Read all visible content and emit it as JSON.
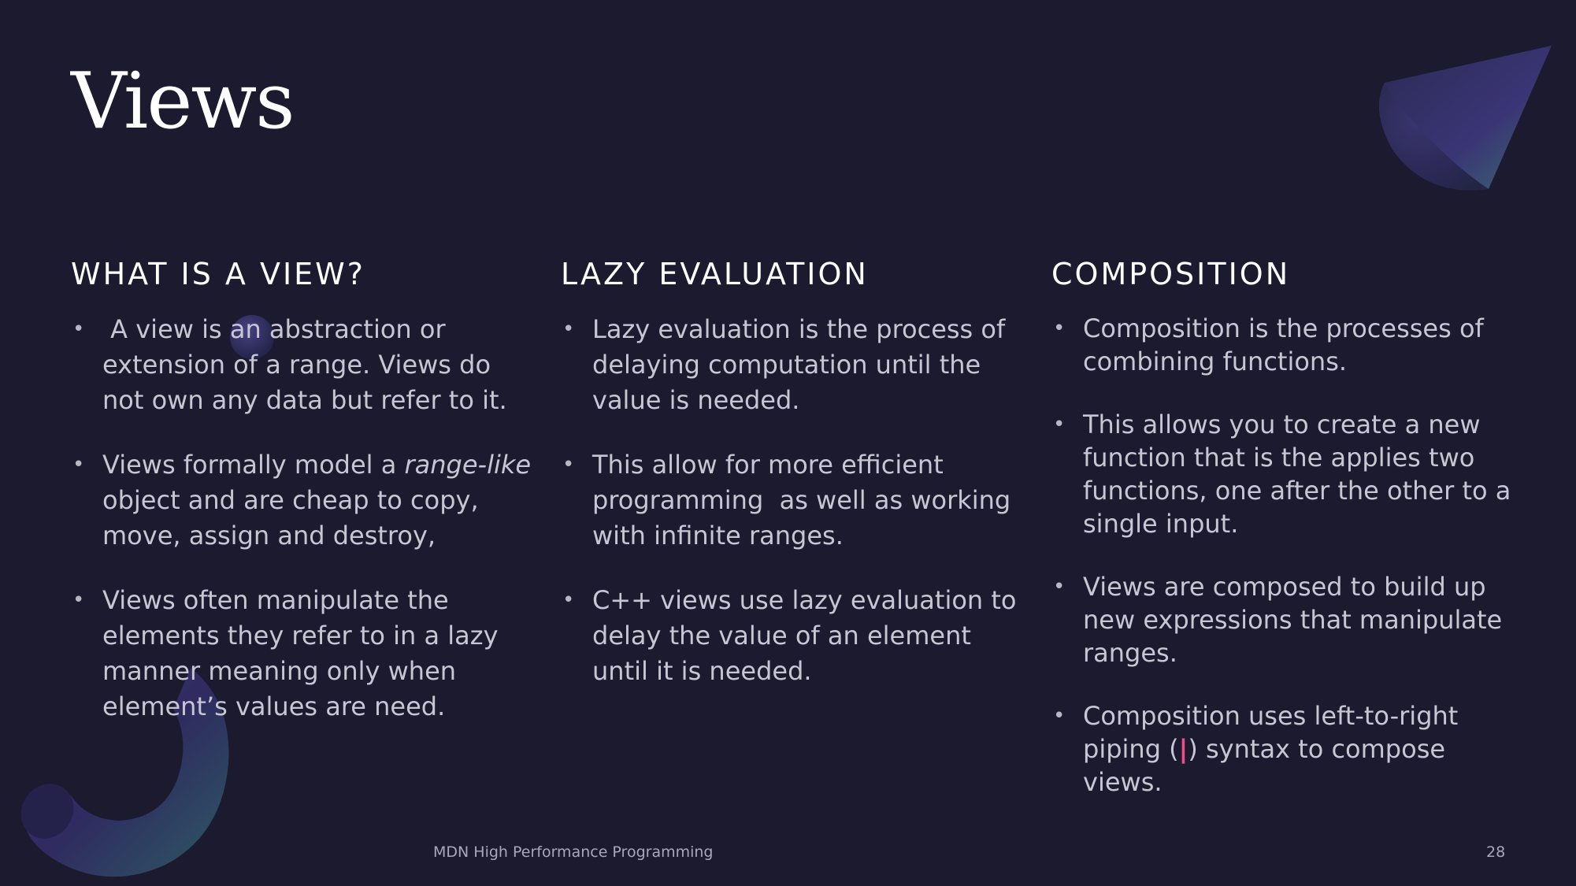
{
  "slide": {
    "title": "Views",
    "footer": "MDN High Performance Programming",
    "page_number": "28"
  },
  "columns": [
    {
      "heading": "WHAT IS A VIEW?",
      "bullets": [
        {
          "text": " A view is an abstraction or extension of a range. Views do not own any data but refer to it."
        },
        {
          "pre": "Views formally model a ",
          "em": "range-like",
          "post": " object and are cheap to copy, move, assign and destroy,"
        },
        {
          "text": "Views often manipulate the elements they refer to in a lazy manner meaning only when element’s values are need."
        }
      ]
    },
    {
      "heading": "LAZY EVALUATION",
      "bullets": [
        {
          "text": "Lazy evaluation is the process of delaying computation until the value is needed."
        },
        {
          "text": "This allow for more efficient programming  as well as working with infinite ranges."
        },
        {
          "text": "C++ views use lazy evaluation to delay the value of an element until it is needed."
        }
      ]
    },
    {
      "heading": "COMPOSITION",
      "bullets": [
        {
          "text": "Composition is the processes of combining functions."
        },
        {
          "text": "This allows you to create a new function that is the applies two functions, one after the other to a single input."
        },
        {
          "text": "Views are composed to build up new expressions that manipulate ranges."
        },
        {
          "pre": "Composition uses left-to-right piping (",
          "pipe": "|",
          "post": ") syntax to compose views."
        }
      ]
    }
  ],
  "bullet_glyph": "•",
  "colors": {
    "background": "#1b1a2e",
    "title": "#ffffff",
    "body_text": "#c8c6d3",
    "pipe_accent": "#ec4f86"
  }
}
